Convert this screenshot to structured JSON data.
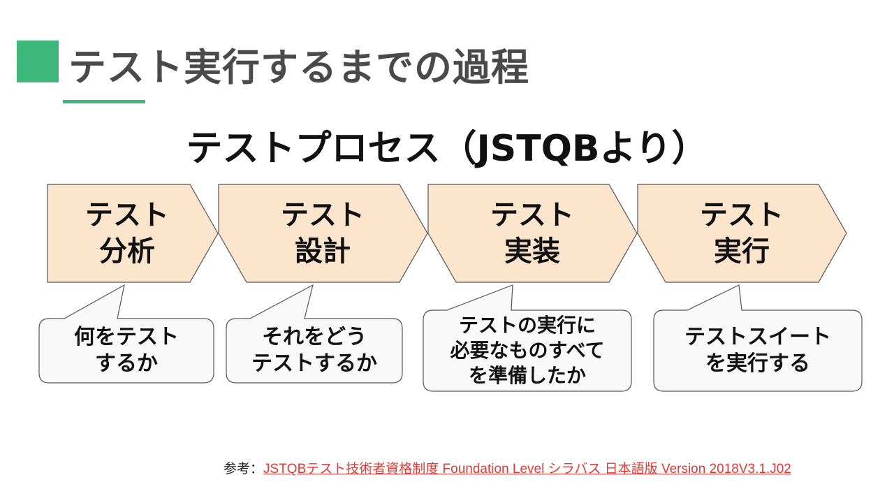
{
  "colors": {
    "accent": "#3cb87a",
    "step_fill": "#fce5cd",
    "step_stroke": "#555555",
    "note_fill": "#f9f9f9",
    "note_stroke": "#555555",
    "link": "#e53935"
  },
  "slide": {
    "title": "テスト実行するまでの過程",
    "section_heading": "テストプロセス（JSTQBより）"
  },
  "steps": [
    {
      "line1": "テスト",
      "line2": "分析"
    },
    {
      "line1": "テスト",
      "line2": "設計"
    },
    {
      "line1": "テスト",
      "line2": "実装"
    },
    {
      "line1": "テスト",
      "line2": "実行"
    }
  ],
  "notes": [
    {
      "lines": [
        "何をテスト",
        "するか"
      ]
    },
    {
      "lines": [
        "それをどう",
        "テストするか"
      ]
    },
    {
      "lines": [
        "テストの実行に",
        "必要なものすべて",
        "を準備したか"
      ]
    },
    {
      "lines": [
        "テストスイート",
        "を実行する"
      ]
    }
  ],
  "reference": {
    "prefix": "参考：",
    "link_text": "JSTQBテスト技術者資格制度 Foundation Level シラバス 日本語版 Version 2018V3.1.J02"
  }
}
